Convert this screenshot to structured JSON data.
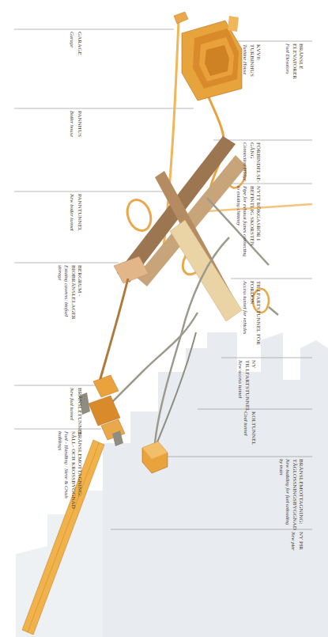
{
  "diagram": {
    "labels": [
      "GARAGE",
      "Garage",
      "PANNHUS",
      "Boiler house",
      "PANNTUNNEL",
      "New boiler tunnel",
      "BERGRUM - BIOBRÄNSLELAGER",
      "Existing caverns: biofuel storage",
      "BRÄNSLETUNNEL",
      "New fuel tunnel",
      "BRÄNSLEMOTTAGNING: SÅLL- OCH KROSSBYGGNAD",
      "Fuel - Handling / Sieve & Crush buildings",
      "BRÄNSLE ELEVATORER",
      "Fuel Elevators",
      "KVV8: TURBINHUS",
      "Turbine House",
      "FÖRBINDELSE-GÅNG",
      "Connection bridge",
      "NYTT RÖKGASRÖR I BEFINTLIG SKORSTEN",
      "Pipe for exhaust fumes connecting to existing chimney",
      "TILLFARTSTUNNEL FÖR FORDON",
      "Access tunnel for vehicles",
      "NY TILLFARTSTUNNEL",
      "New access tunnel",
      "KOLTUNNEL",
      "Coal tunnel",
      "BRÄNSLEMOTTAGNING: TÅGLOSSNINGSBYGGNAD",
      "New building for fuel unloading by train",
      "NY PIR",
      "New pier"
    ]
  }
}
